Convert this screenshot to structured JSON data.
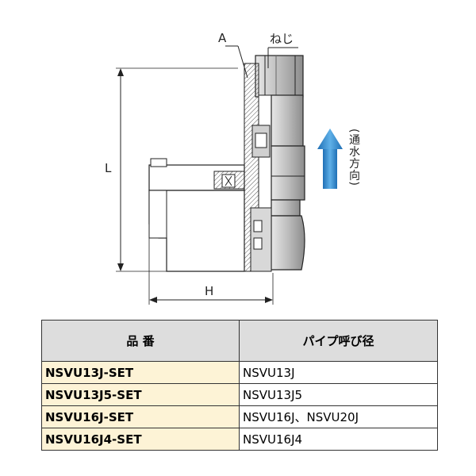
{
  "diagram": {
    "label_a": "A",
    "label_screw": "ねじ",
    "label_l": "L",
    "label_h": "H",
    "flow_label": "(通水方向)",
    "colors": {
      "flow_arrow": "#3a8fd0",
      "line": "#222222",
      "metal": "#b8b8b8"
    }
  },
  "table": {
    "headers": [
      "品 番",
      "パイプ呼び径"
    ],
    "rows": [
      {
        "code": "NSVU13J-SET",
        "pipe": "NSVU13J"
      },
      {
        "code": "NSVU13J5-SET",
        "pipe": "NSVU13J5"
      },
      {
        "code": "NSVU16J-SET",
        "pipe": "NSVU16J、NSVU20J"
      },
      {
        "code": "NSVU16J4-SET",
        "pipe": "NSVU16J4"
      }
    ],
    "colors": {
      "header_bg": "#dddddd",
      "code_bg": "#fdf3d6"
    }
  }
}
